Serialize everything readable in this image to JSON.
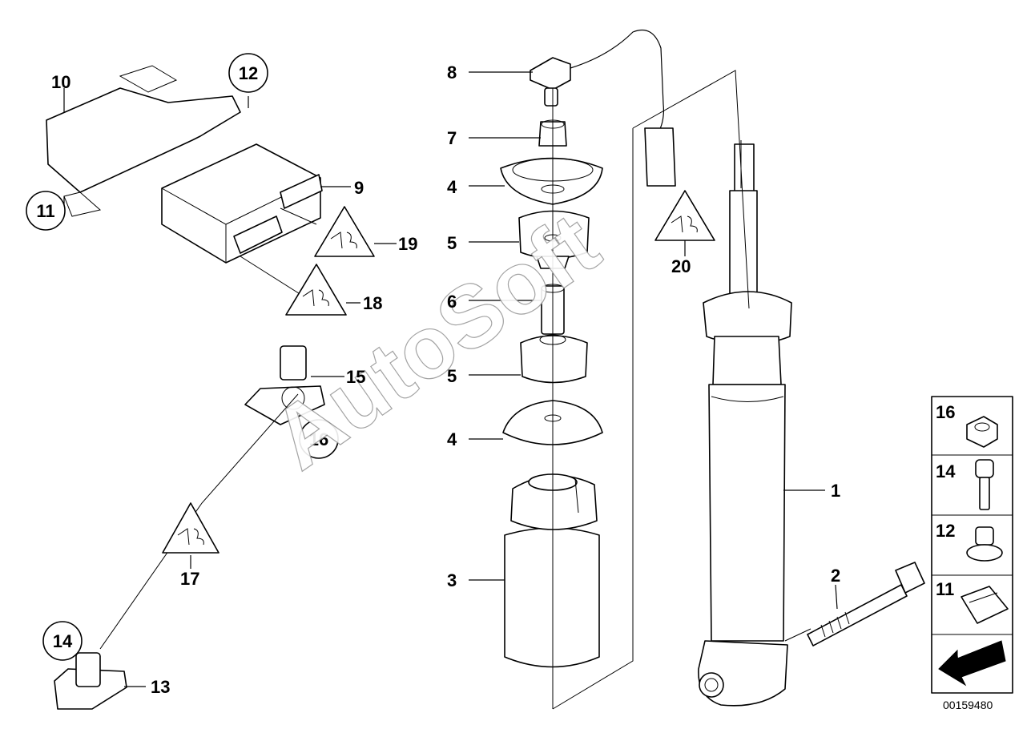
{
  "watermark": "AutoSoft",
  "diagram_number": "00159480",
  "callouts": {
    "c1": "1",
    "c2": "2",
    "c3": "3",
    "c4a": "4",
    "c4b": "4",
    "c5a": "5",
    "c5b": "5",
    "c6": "6",
    "c7": "7",
    "c8": "8",
    "c9": "9",
    "c10": "10",
    "c11": "11",
    "c12": "12",
    "c13": "13",
    "c14": "14",
    "c15": "15",
    "c16": "16",
    "c17": "17",
    "c18": "18",
    "c19": "19",
    "c20": "20"
  },
  "legend": {
    "items": [
      {
        "label": "16",
        "icon": "hex-nut-icon"
      },
      {
        "label": "14",
        "icon": "socket-bolt-icon"
      },
      {
        "label": "12",
        "icon": "collar-nut-icon"
      },
      {
        "label": "11",
        "icon": "clip-icon"
      },
      {
        "icon": "arrow-icon"
      }
    ]
  },
  "colors": {
    "ink": "#000000",
    "watermark_outline": "#9a9a9a",
    "background": "#ffffff"
  }
}
